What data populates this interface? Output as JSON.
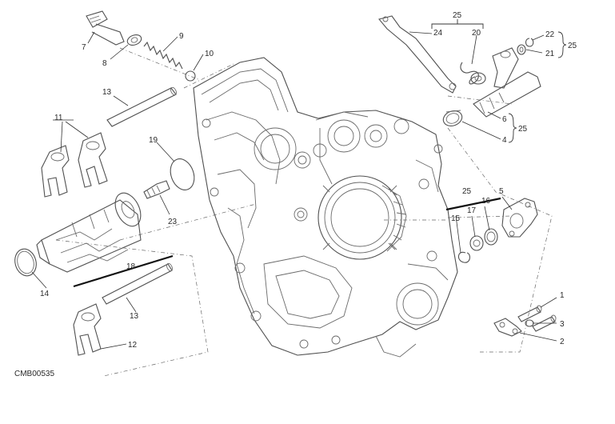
{
  "diagram": {
    "drawing_code": "CMB00535",
    "callouts": {
      "c1": "1",
      "c2": "2",
      "c3": "3",
      "c4": "4",
      "c5": "5",
      "c6": "6",
      "c7": "7",
      "c8": "8",
      "c9": "9",
      "c10": "10",
      "c11": "11",
      "c12": "12",
      "c13a": "13",
      "c13b": "13",
      "c14": "14",
      "c15": "15",
      "c16": "16",
      "c17": "17",
      "c18": "18",
      "c19": "19",
      "c20": "20",
      "c21": "21",
      "c22": "22",
      "c23": "23",
      "c24": "24",
      "c25top": "25",
      "c25right": "25",
      "c25mid": "25",
      "c25low": "25"
    }
  }
}
